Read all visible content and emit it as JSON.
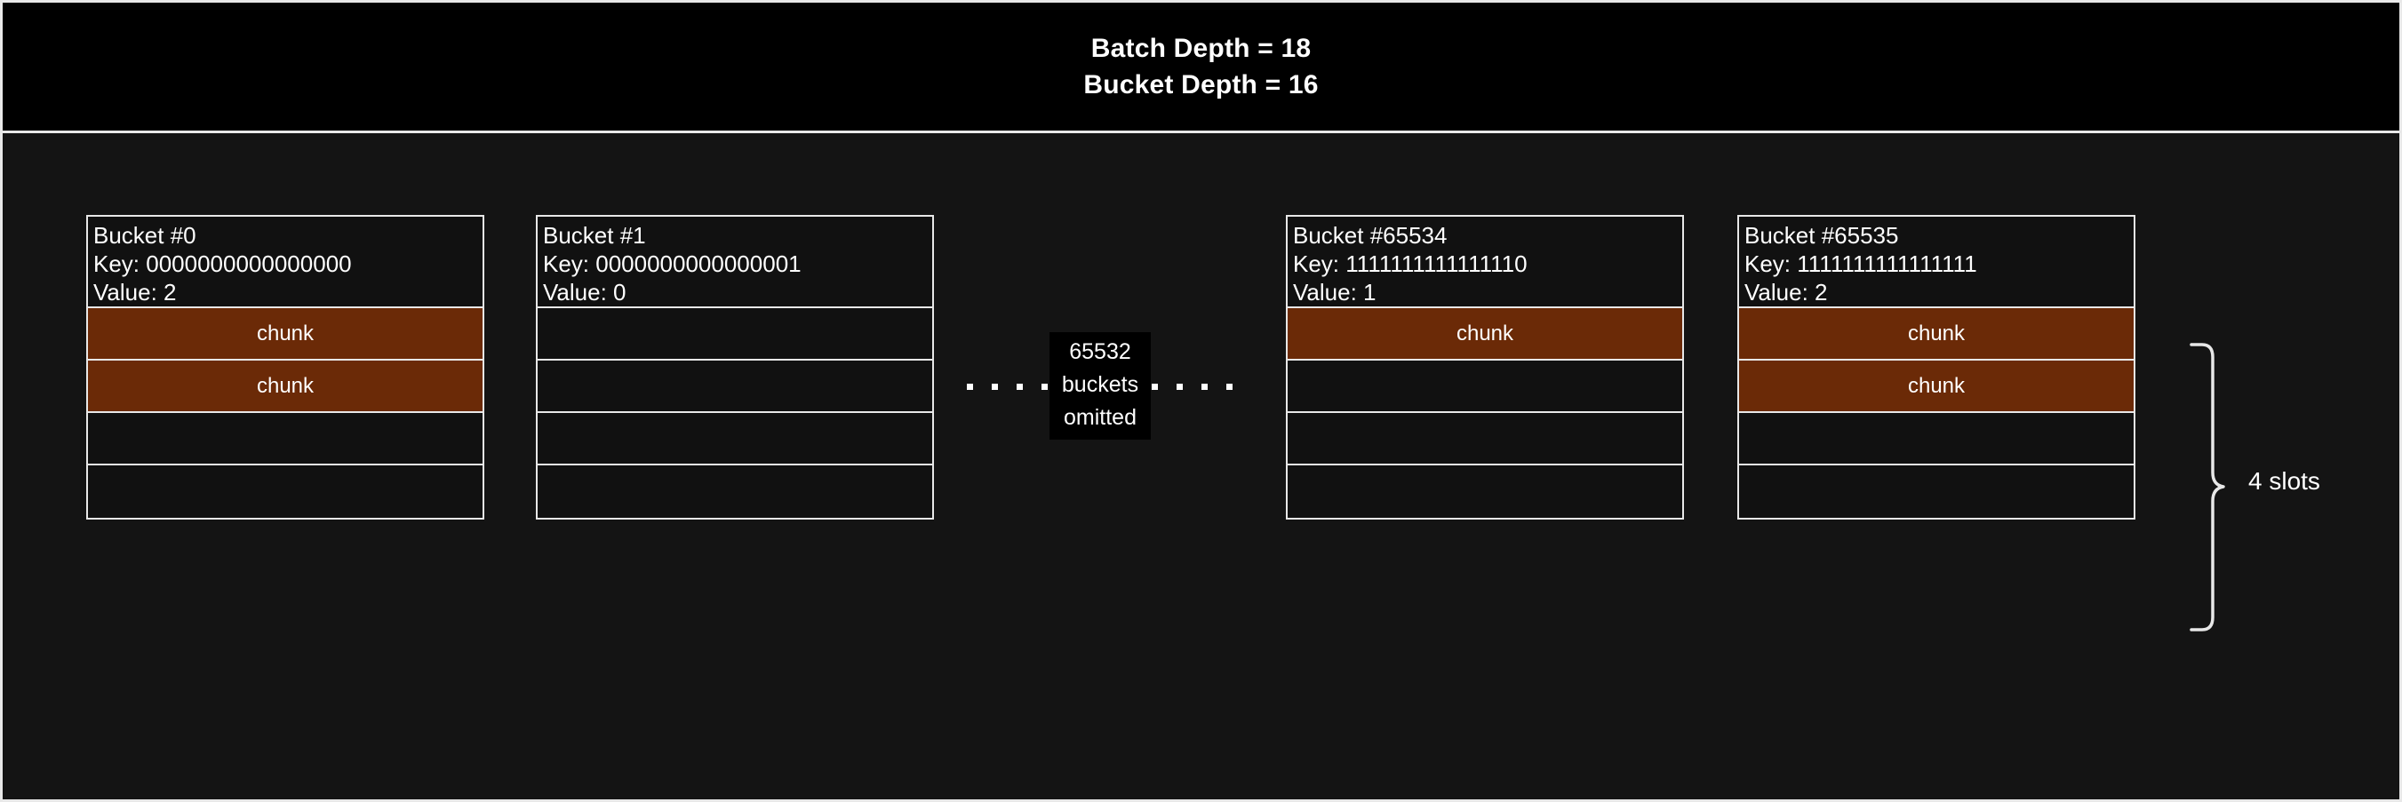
{
  "header": {
    "lines": [
      "Batch Depth = 18",
      "Bucket Depth = 16"
    ]
  },
  "colors": {
    "background": "#141414",
    "header_background": "#000000",
    "border": "#e8e8e8",
    "text": "#ffffff",
    "chunk_fill": "#6b2a07",
    "empty_slot_fill": "#111111"
  },
  "buckets": [
    {
      "title": "Bucket #0",
      "key_label": "Key: 0000000000000000",
      "value_label": "Value: 2",
      "slots": [
        {
          "label": "chunk",
          "filled": true
        },
        {
          "label": "chunk",
          "filled": true
        },
        {
          "label": "",
          "filled": false
        },
        {
          "label": "",
          "filled": false
        }
      ]
    },
    {
      "title": "Bucket #1",
      "key_label": "Key: 0000000000000001",
      "value_label": "Value: 0",
      "slots": [
        {
          "label": "",
          "filled": false
        },
        {
          "label": "",
          "filled": false
        },
        {
          "label": "",
          "filled": false
        },
        {
          "label": "",
          "filled": false
        }
      ]
    },
    {
      "title": "Bucket #65534",
      "key_label": "Key: 1111111111111110",
      "value_label": "Value: 1",
      "slots": [
        {
          "label": "chunk",
          "filled": true
        },
        {
          "label": "",
          "filled": false
        },
        {
          "label": "",
          "filled": false
        },
        {
          "label": "",
          "filled": false
        }
      ]
    },
    {
      "title": "Bucket #65535",
      "key_label": "Key: 1111111111111111",
      "value_label": "Value: 2",
      "slots": [
        {
          "label": "chunk",
          "filled": true
        },
        {
          "label": "chunk",
          "filled": true
        },
        {
          "label": "",
          "filled": false
        },
        {
          "label": "",
          "filled": false
        }
      ]
    }
  ],
  "omitted": {
    "count": "65532",
    "unit": "buckets",
    "state": "omitted"
  },
  "brace": {
    "label": "4 slots"
  }
}
